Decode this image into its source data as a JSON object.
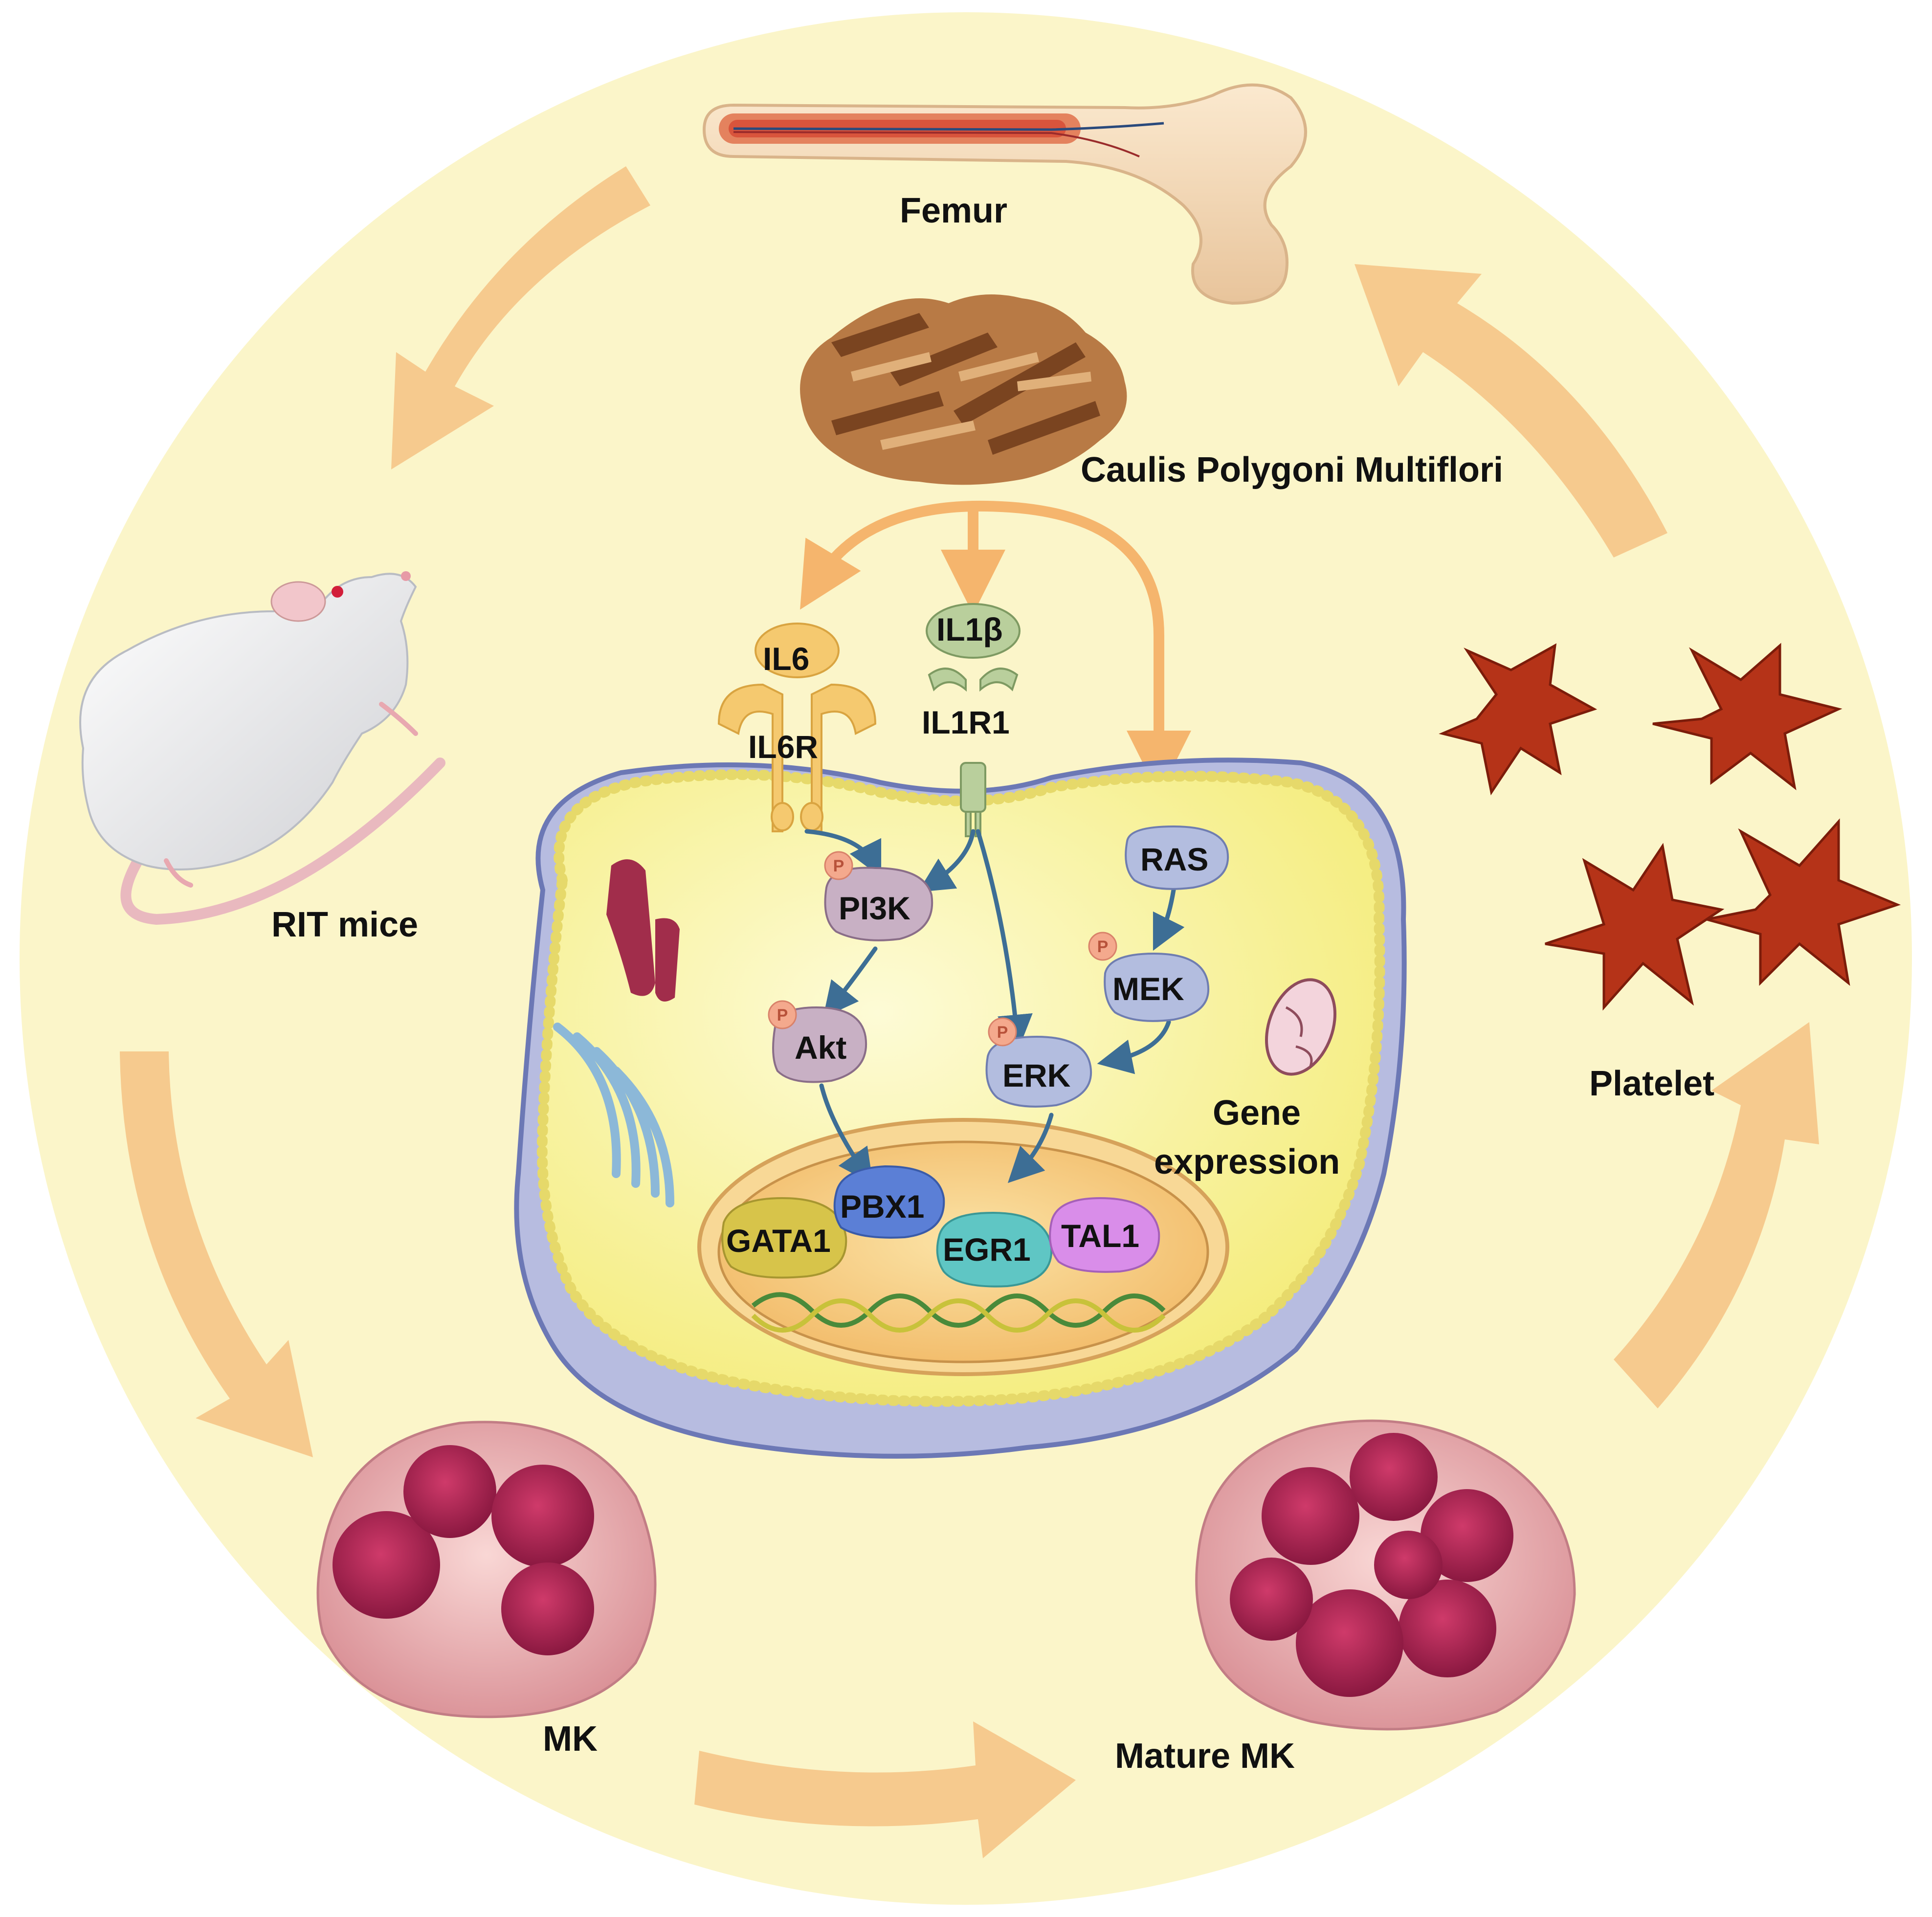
{
  "labels": {
    "femur": "Femur",
    "herb": "Caulis Polygoni Multiflori",
    "mice": "RIT mice",
    "mk": "MK",
    "mature_mk": "Mature MK",
    "platelet": "Platelet"
  },
  "receptors": {
    "il6": "IL6",
    "il6r": "IL6R",
    "il1b": "IL1β",
    "il1r1": "IL1R1"
  },
  "proteins": {
    "pi3k": "PI3K",
    "akt": "Akt",
    "ras": "RAS",
    "mek": "MEK",
    "erk": "ERK"
  },
  "phospho_mark": "P",
  "gene_expression": {
    "line1": "Gene",
    "line2": "expression"
  },
  "transcription_factors": {
    "gata1": "GATA1",
    "pbx1": "PBX1",
    "egr1": "EGR1",
    "tal1": "TAL1"
  },
  "colors": {
    "background_circle": "#fbf5c9",
    "cycle_arrow": "#f6ca8e",
    "branch_arrow": "#f5b56d",
    "pathway_arrow": "#3d6e95",
    "cell_fill": "#fbf38f",
    "cell_outer": "#b7bce0",
    "nucleus": "#f5c47d",
    "platelet": "#b53318",
    "mk_nucleus": "#a8204e"
  }
}
